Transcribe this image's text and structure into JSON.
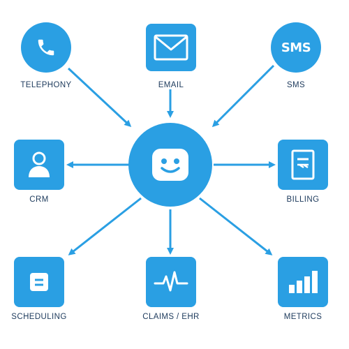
{
  "colors": {
    "primary": "#2a9fe3",
    "label": "#1d3a5c",
    "background": "#ffffff"
  },
  "hub": {
    "icon": "smiling-bot-icon"
  },
  "inputs": [
    {
      "id": "telephony",
      "label": "TELEPHONY",
      "icon": "phone-icon"
    },
    {
      "id": "email",
      "label": "EMAIL",
      "icon": "envelope-icon"
    },
    {
      "id": "sms",
      "label": "SMS",
      "icon": "sms-icon",
      "icon_text": "SMS"
    }
  ],
  "outputs": [
    {
      "id": "crm",
      "label": "CRM",
      "icon": "contact-icon"
    },
    {
      "id": "billing",
      "label": "BILLING",
      "icon": "invoice-icon"
    },
    {
      "id": "scheduling",
      "label": "SCHEDULING",
      "icon": "calendar-icon"
    },
    {
      "id": "claims-ehr",
      "label": "CLAIMS / EHR",
      "icon": "heartbeat-icon"
    },
    {
      "id": "metrics",
      "label": "METRICS",
      "icon": "bar-chart-icon"
    }
  ]
}
